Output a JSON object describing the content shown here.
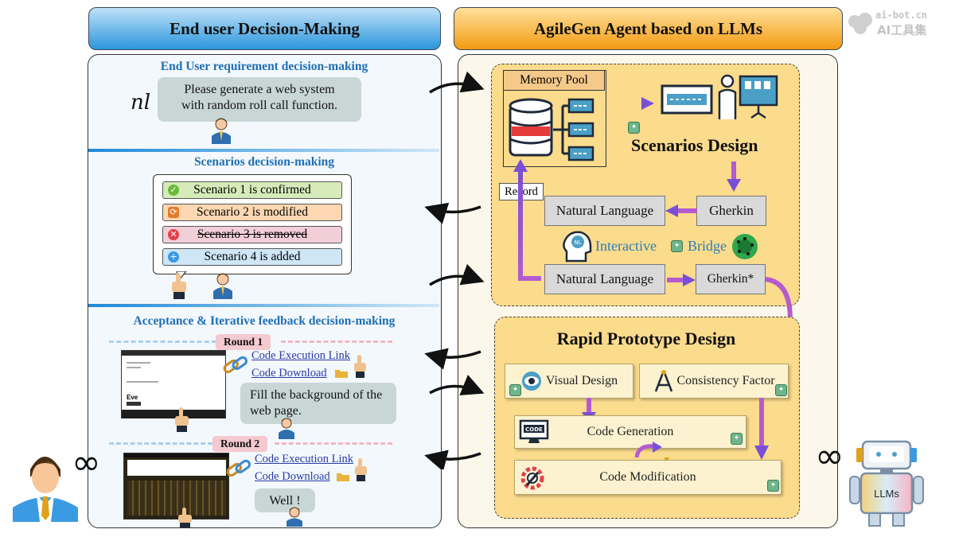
{
  "headers": {
    "left": "End user Decision-Making",
    "right": "AgileGen Agent based on LLMs"
  },
  "left": {
    "sec1_title": "End User requirement decision-making",
    "nl_symbol": "nl",
    "request_line1": "Please generate a web system",
    "request_line2": "with random roll call function.",
    "sec2_title": "Scenarios decision-making",
    "scenarios": [
      {
        "label": "Scenario 1 is confirmed",
        "status": "confirmed",
        "color": "#d6ebb9",
        "icon_color": "#6cba3c",
        "icon": "check-icon"
      },
      {
        "label": "Scenario 2 is modified",
        "status": "modified",
        "color": "#fcd7b1",
        "icon_color": "#e27c2a",
        "icon": "refresh-icon"
      },
      {
        "label": "Scenario 3 is removed",
        "status": "removed",
        "color": "#f2ced8",
        "icon_color": "#e0414b",
        "icon": "cross-icon"
      },
      {
        "label": "Scenario 4 is added",
        "status": "added",
        "color": "#cfe6f7",
        "icon_color": "#3a9be3",
        "icon": "plus-icon"
      }
    ],
    "sec3_title": "Acceptance & Iterative feedback decision-making",
    "round1": {
      "label": "Round 1",
      "link_exec": "Code Execution Link",
      "link_download": "Code Download",
      "feedback_line1": "Fill the background of the",
      "feedback_line2": "web page.",
      "shot_text": "Eve"
    },
    "round2": {
      "label": "Round 2",
      "link_exec": "Code Execution Link",
      "link_download": "Code Download",
      "feedback": "Well !"
    },
    "infinity": "∞"
  },
  "right": {
    "memory_pool": "Memory Pool",
    "scenarios_design": "Scenarios Design",
    "record": "Record",
    "natural_language_top": "Natural Language",
    "gherkin": "Gherkin",
    "interactive": "Interactive",
    "bridge": "Bridge",
    "natural_language_bottom": "Natural Language",
    "gherkin_star": "Gherkin*",
    "rapid_prototype": "Rapid Prototype Design",
    "visual_design": "Visual Design",
    "consistency_factor": "Consistency Factor",
    "code_generation": "Code Generation",
    "code_modification": "Code Modification",
    "code_badge": "CODE",
    "ng_badge": "NL",
    "llms": "LLMs",
    "infinity": "∞"
  },
  "watermark": {
    "line1": "ai-bot.cn",
    "line2": "AI工具集"
  },
  "colors": {
    "left_header": "#2b96dd",
    "right_header": "#f39a12",
    "section_title": "#1f6fb3",
    "arrow_purple": "#8b4fd8"
  }
}
